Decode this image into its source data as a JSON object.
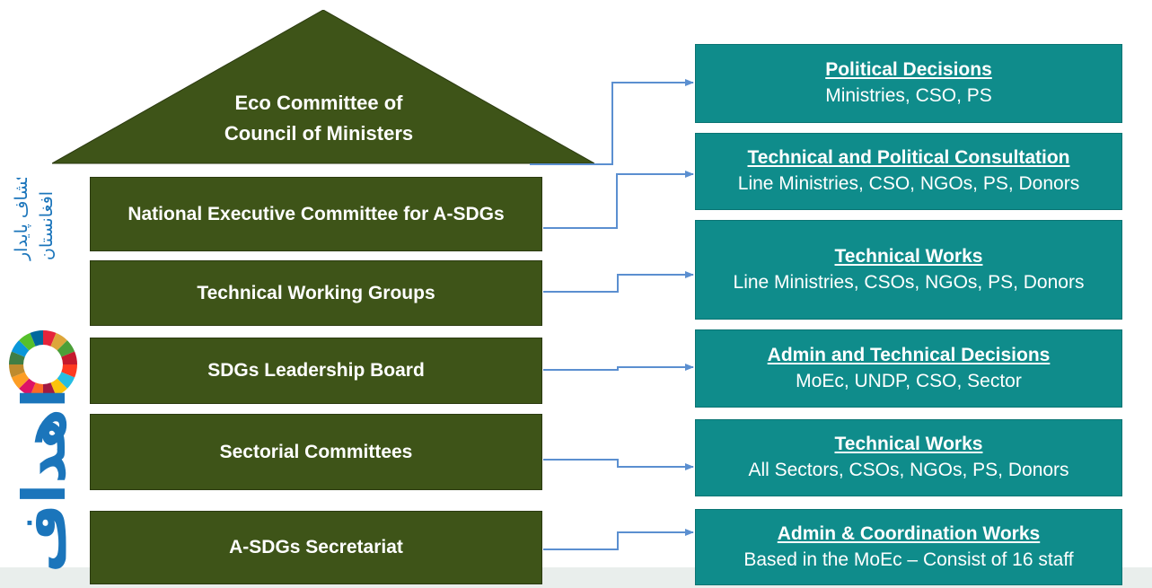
{
  "roof": {
    "line1": "Eco Committee of",
    "line2": "Council of Ministers"
  },
  "committees": [
    "National Executive Committee for A-SDGs",
    "Technical Working Groups",
    "SDGs Leadership Board",
    "Sectorial Committees",
    "A-SDGs Secretariat"
  ],
  "roles": [
    {
      "title": "Political Decisions",
      "subtitle": "Ministries, CSO, PS"
    },
    {
      "title": "Technical and Political Consultation",
      "subtitle": "Line Ministries, CSO, NGOs, PS, Donors"
    },
    {
      "title": "Technical Works",
      "subtitle": "Line Ministries, CSOs, NGOs, PS, Donors"
    },
    {
      "title": "Admin and Technical Decisions",
      "subtitle": "MoEc, UNDP, CSO, Sector"
    },
    {
      "title": "Technical Works",
      "subtitle": "All Sectors, CSOs, NGOs, PS, Donors"
    },
    {
      "title": "Admin & Coordination Works",
      "subtitle": "Based in the MoEc – Consist of 16 staff"
    }
  ],
  "logo": {
    "text_main": "اهداف",
    "text_line1": "انکشاف پایدار",
    "text_line2": "افغانستان"
  },
  "colors": {
    "green": "#3e5418",
    "teal": "#0f8c8b",
    "connector": "#5b8fd0",
    "logo_blue": "#1b75bb"
  }
}
